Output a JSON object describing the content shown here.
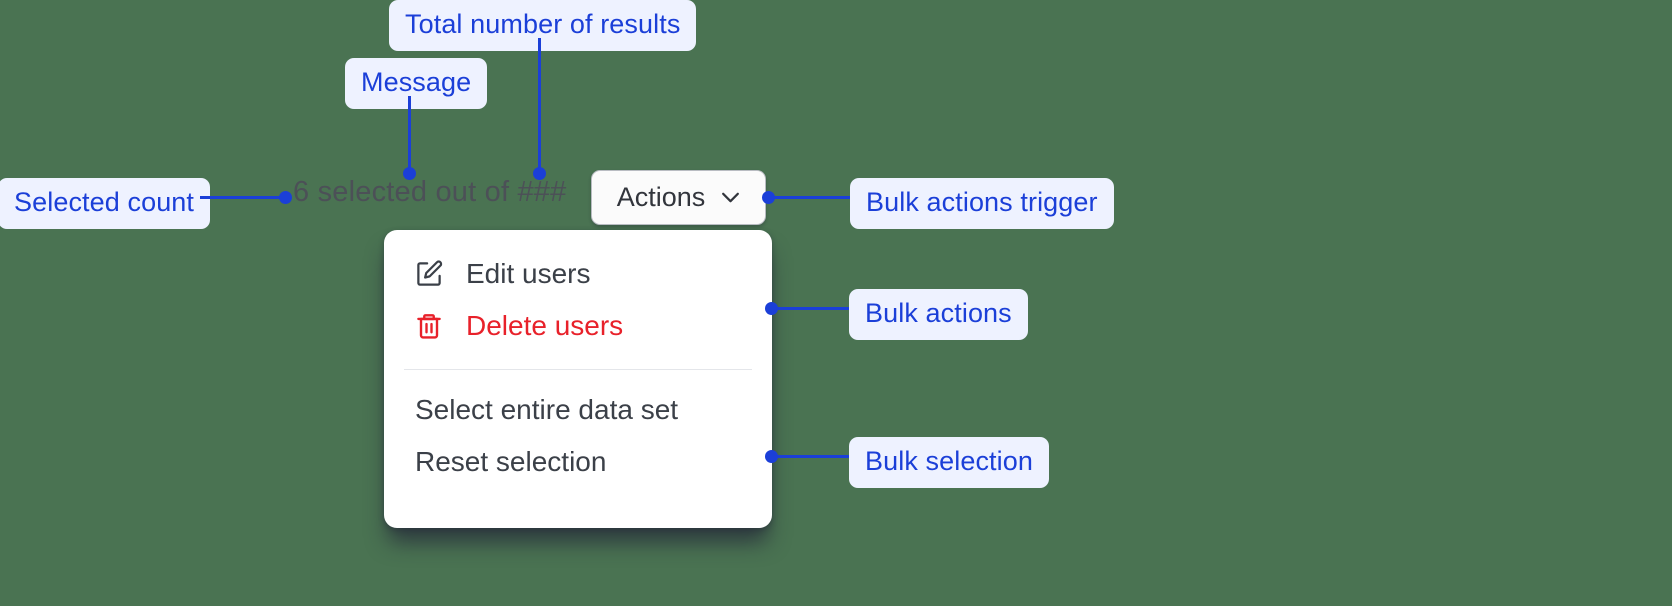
{
  "canvas": {
    "background_color": "#4a7352",
    "annotation_text_color": "#1b3fd8",
    "annotation_pill_color": "#eef2ff"
  },
  "annotations": [
    {
      "id": "selected-count",
      "label": "Selected count"
    },
    {
      "id": "message",
      "label": "Message"
    },
    {
      "id": "total-results",
      "label": "Total number of results"
    },
    {
      "id": "bulk-trigger",
      "label": "Bulk actions trigger"
    },
    {
      "id": "bulk-actions",
      "label": "Bulk actions"
    },
    {
      "id": "bulk-selection",
      "label": "Bulk selection"
    }
  ],
  "selection_bar": {
    "message": "6 selected out of ###",
    "selected_count": "6",
    "message_text": "selected out of",
    "total_results": "###"
  },
  "actions_button": {
    "label": "Actions",
    "icon": "chevron-down-icon",
    "expanded": true
  },
  "menu": {
    "bulk_actions": [
      {
        "label": "Edit users",
        "icon": "pencil-square-icon",
        "tone": "default"
      },
      {
        "label": "Delete users",
        "icon": "trash-icon",
        "tone": "danger",
        "color": "#e8212a"
      }
    ],
    "bulk_selection": [
      {
        "label": "Select entire data set",
        "icon": null,
        "tone": "default"
      },
      {
        "label": "Reset selection",
        "icon": null,
        "tone": "default"
      }
    ]
  }
}
